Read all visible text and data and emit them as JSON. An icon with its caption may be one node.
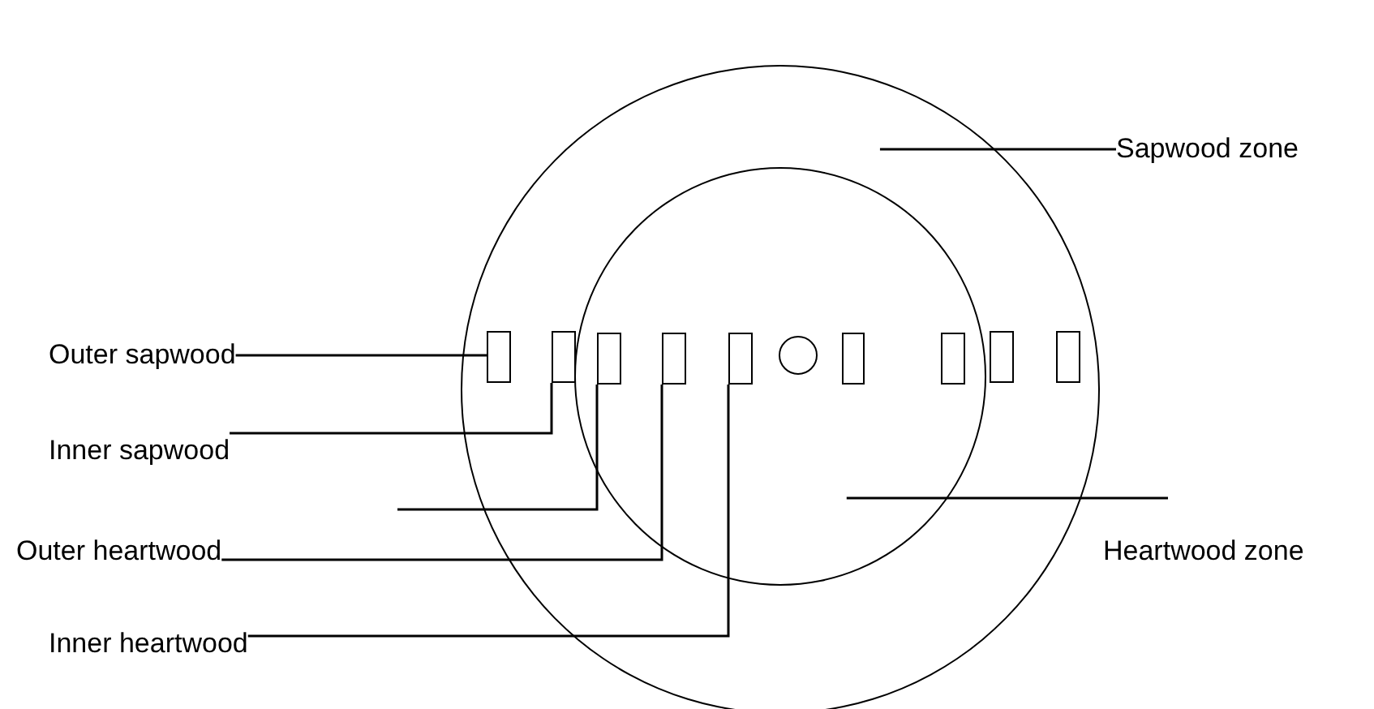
{
  "diagram": {
    "nodes": [
      {
        "text": [],
        "shape": "circle"
      },
      {
        "text": [],
        "shape": "circle",
        "in": 0
      },
      {
        "text": [],
        "shape": "box",
        "in": 0
      },
      {
        "text": [],
        "shape": "box",
        "in": 0
      },
      {
        "text": [],
        "shape": "box",
        "in": 1
      },
      {
        "text": [],
        "shape": "box",
        "in": 1
      },
      {
        "text": [],
        "shape": "box",
        "in": 1
      },
      {
        "text": [],
        "shape": "circle",
        "in": 1
      },
      {
        "text": [],
        "shape": "box",
        "in": 1
      },
      {
        "text": [],
        "shape": "box",
        "in": 1
      },
      {
        "text": [],
        "shape": "box",
        "in": 0
      },
      {
        "text": [],
        "shape": "box",
        "in": 0
      },
      {
        "text": [
          "Sapwood zone"
        ]
      },
      {
        "text": [
          "Outer sapwood"
        ]
      },
      {
        "text": [
          "Inner sapwood"
        ]
      },
      {
        "text": [
          "Outer heartwood"
        ]
      },
      {
        "text": [
          "Heartwood zone"
        ]
      },
      {
        "text": [
          "Inner heartwood"
        ]
      }
    ],
    "edges": [
      {
        "from": 12,
        "to": 0,
        "arrow": "none"
      },
      {
        "from": 13,
        "to": 2,
        "arrow": "none"
      },
      {
        "from": 14,
        "to": 3,
        "arrow": "none"
      },
      {
        "from": null,
        "to": 4,
        "arrow": "none"
      },
      {
        "from": 15,
        "to": 5,
        "arrow": "none"
      },
      {
        "from": 17,
        "to": 6,
        "arrow": "none"
      },
      {
        "from": 16,
        "to": 1,
        "arrow": "none"
      }
    ]
  }
}
